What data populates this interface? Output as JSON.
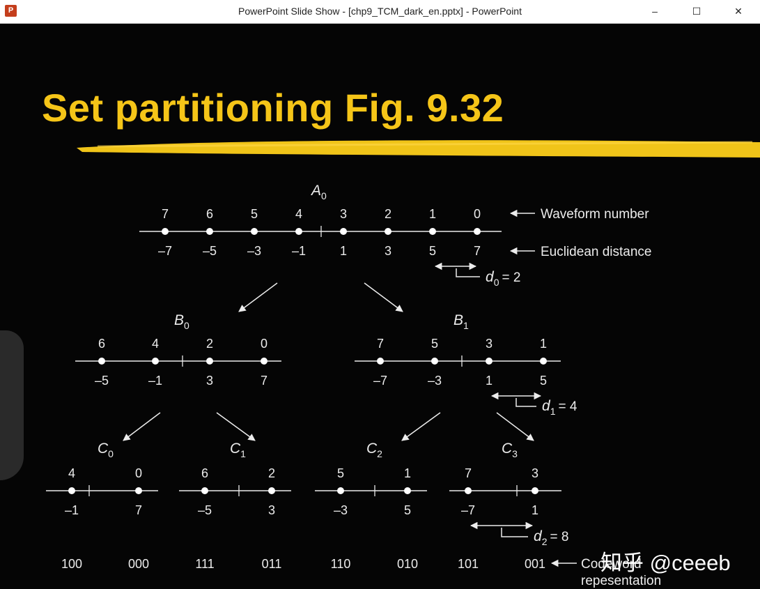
{
  "window": {
    "title": "PowerPoint Slide Show - [chp9_TCM_dark_en.pptx] - PowerPoint",
    "app_icon": "P",
    "minimize": "–",
    "maximize": "☐",
    "close": "✕"
  },
  "slide": {
    "title": "Set partitioning Fig. 9.32",
    "accent_color": "#f5c518",
    "figure": {
      "waveform_label": "Waveform number",
      "euclidean_label": "Euclidean distance",
      "codeword_label_1": "Codeword",
      "codeword_label_2": "repesentation",
      "A": {
        "name": "A",
        "sub": "0",
        "waveforms": [
          "7",
          "6",
          "5",
          "4",
          "3",
          "2",
          "1",
          "0"
        ],
        "distances": [
          "–7",
          "–5",
          "–3",
          "–1",
          "1",
          "3",
          "5",
          "7"
        ],
        "d_name": "d",
        "d_sub": "0",
        "d_val": "= 2"
      },
      "B0": {
        "name": "B",
        "sub": "0",
        "waveforms": [
          "6",
          "4",
          "2",
          "0"
        ],
        "distances": [
          "–5",
          "–1",
          "3",
          "7"
        ]
      },
      "B1": {
        "name": "B",
        "sub": "1",
        "waveforms": [
          "7",
          "5",
          "3",
          "1"
        ],
        "distances": [
          "–7",
          "–3",
          "1",
          "5"
        ],
        "d_name": "d",
        "d_sub": "1",
        "d_val": "= 4"
      },
      "C0": {
        "name": "C",
        "sub": "0",
        "waveforms": [
          "4",
          "0"
        ],
        "distances": [
          "–1",
          "7"
        ],
        "codes": [
          "100",
          "000"
        ]
      },
      "C1": {
        "name": "C",
        "sub": "1",
        "waveforms": [
          "6",
          "2"
        ],
        "distances": [
          "–5",
          "3"
        ],
        "codes": [
          "111",
          "011"
        ]
      },
      "C2": {
        "name": "C",
        "sub": "2",
        "waveforms": [
          "5",
          "1"
        ],
        "distances": [
          "–3",
          "5"
        ],
        "codes": [
          "110",
          "010"
        ]
      },
      "C3": {
        "name": "C",
        "sub": "3",
        "waveforms": [
          "7",
          "3"
        ],
        "distances": [
          "–7",
          "1"
        ],
        "codes": [
          "101",
          "001"
        ],
        "d_name": "d",
        "d_sub": "2",
        "d_val": "= 8"
      }
    }
  },
  "watermark": {
    "site": "知乎",
    "user": "@ceeeb"
  }
}
